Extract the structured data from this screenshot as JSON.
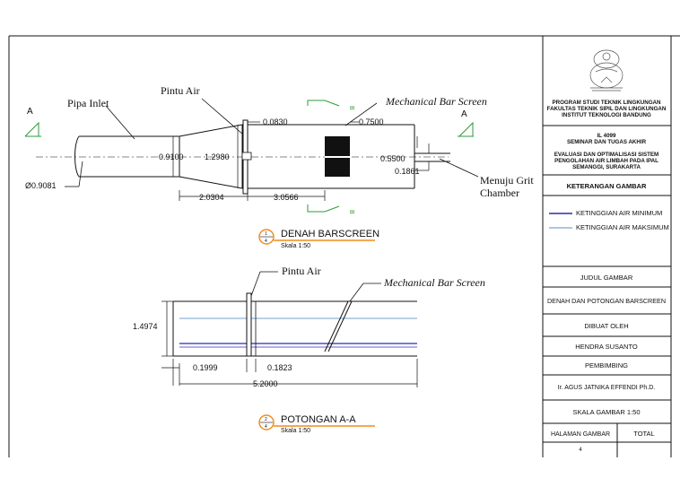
{
  "plan": {
    "section_marker": "A",
    "section_marker_small": "B",
    "labels": {
      "pipe_inlet": "Pipa Inlet",
      "gate": "Pintu Air",
      "bar_screen": "Mechanical Bar Screen",
      "to_grit_line1": "Menuju Grit",
      "to_grit_line2": "Chamber"
    },
    "dims": {
      "pipe_dia": "Ø0.9081",
      "width_0910": "0.9100",
      "width_1298": "1.2980",
      "gate_0083": "0.0830",
      "screen_0750": "0.7500",
      "outlet_0550": "0.5500",
      "outlet_1861": "0.1861",
      "len_2030": "2.0304",
      "len_3056": "3.0566"
    },
    "title": {
      "number": "1",
      "sheet": "4",
      "name": "DENAH BARSCREEN",
      "scale": "Skala 1:50"
    }
  },
  "section": {
    "labels": {
      "gate": "Pintu Air",
      "bar_screen": "Mechanical Bar Screen"
    },
    "dims": {
      "height": "1.4974",
      "d1": "0.1999",
      "d2": "0.1823",
      "total": "5.2000"
    },
    "title": {
      "number": "2",
      "sheet": "4",
      "name": "POTONGAN A-A",
      "scale": "Skala 1:50"
    }
  },
  "titleblock": {
    "institution": [
      "PROGRAM STUDI TEKNIK LINGKUNGAN",
      "FAKULTAS TEKNIK SIPIL DAN LINGKUNGAN",
      "INSTITUT TEKNOLOGI BANDUNG"
    ],
    "course": [
      "IL 4099",
      "SEMINAR DAN TUGAS AKHIR"
    ],
    "project": [
      "EVALUASI DAN OPTIMALISASI SISTEM",
      "PENGOLAHAN AIR LIMBAH PADA IPAL",
      "SEMANGGI, SURAKARTA"
    ],
    "legend_header": "KETERANGAN GAMBAR",
    "legend": [
      {
        "label": "KETINGGIAN AIR MINIMUM",
        "color": "#2b2bb0"
      },
      {
        "label": "KETINGGIAN AIR MAKSIMUM",
        "color": "#8fb4d8"
      }
    ],
    "title_header": "JUDUL GAMBAR",
    "title_value": "DENAH DAN POTONGAN BARSCREEN",
    "drawn_header": "DIBUAT OLEH",
    "drawn_value": "HENDRA SUSANTO",
    "advisor_header": "PEMBIMBING",
    "advisor_value": "Ir. AGUS JATNIKA EFFENDI Ph.D.",
    "scale": "SKALA GAMBAR 1:50",
    "page_label": "HALAMAN GAMBAR",
    "total_label": "TOTAL",
    "page_value": "4"
  },
  "colors": {
    "orange": "#f08c1e",
    "min_water": "#2b2bb0",
    "max_water": "#8fb4d8",
    "green": "#2e9a3a"
  }
}
